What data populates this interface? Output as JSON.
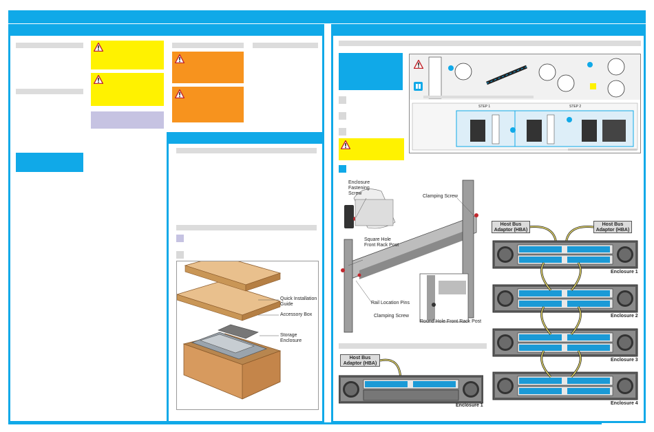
{
  "colors": {
    "accent": "#10a9e8",
    "warning_yellow": "#fff200",
    "caution_orange": "#f7931e",
    "note_lavender": "#c6c3e2",
    "section_gray": "#dcdcdc"
  },
  "icons": {
    "warning": "warning-triangle-icon",
    "book": "book-icon"
  },
  "box_diagram": {
    "quick_guide": "Quick Installation Guide",
    "accessory_box": "Accessory Box",
    "storage_enclosure": "Storage Enclosure"
  },
  "rail_diagram": {
    "fastening_screw": "Enclosure Fastening Screw",
    "clamping_screw_top": "Clamping Screw",
    "square_hole": "Square Hole Front Rack Post",
    "rail_pins": "Rail Location Pins",
    "clamping_screw_bottom": "Clamping Screw",
    "round_hole": "Round Hole Front Rack Post"
  },
  "cabling_single": {
    "hba": "Host Bus Adaptor (HBA)",
    "enclosure": "Enclosure 1"
  },
  "cabling_multi": {
    "hba_left": "Host Bus Adaptor (HBA)",
    "hba_right": "Host Bus Adaptor (HBA)",
    "enclosures": [
      "Enclosure 1",
      "Enclosure 2",
      "Enclosure 3",
      "Enclosure 4"
    ]
  },
  "rail_steps": {
    "step1_label": "STEP 1",
    "step2_label": "STEP 2"
  }
}
